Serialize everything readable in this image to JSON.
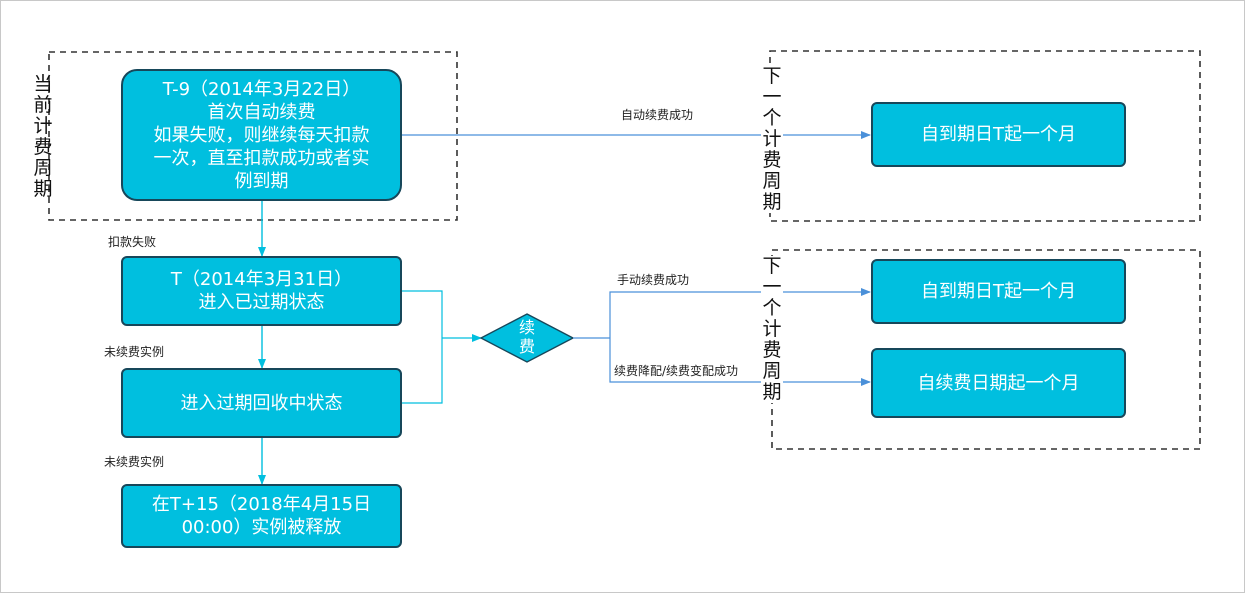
{
  "regions": {
    "current_period": "当前计费周期",
    "next_period_top": "下一个计费周期",
    "next_period_bottom": "下一个计费周期"
  },
  "nodes": {
    "t_minus_9": "T-9（2014年3月22日）\n首次自动续费\n如果失败，则继续每天扣款\n一次，直至扣款成功或者实\n例到期",
    "t_day": "T（2014年3月31日）\n进入已过期状态",
    "recycle": "进入过期回收中状态",
    "release": "在T+15（2018年4月15日\n00:00）实例被释放",
    "renew": "续费",
    "next_auto": "自到期日T起一个月",
    "next_manual": "自到期日T起一个月",
    "next_downgrade": "自续费日期起一个月"
  },
  "edges": {
    "auto_success": "自动续费成功",
    "deduct_fail": "扣款失败",
    "not_renewed_1": "未续费实例",
    "not_renewed_2": "未续费实例",
    "manual_success": "手动续费成功",
    "downgrade_success": "续费降配/续费变配成功"
  },
  "colors": {
    "node_fill": "#00bfdf",
    "node_border": "#17475a",
    "arrow": "#4a90d9",
    "connector": "#00bfdf",
    "dashed_border": "#333333"
  }
}
